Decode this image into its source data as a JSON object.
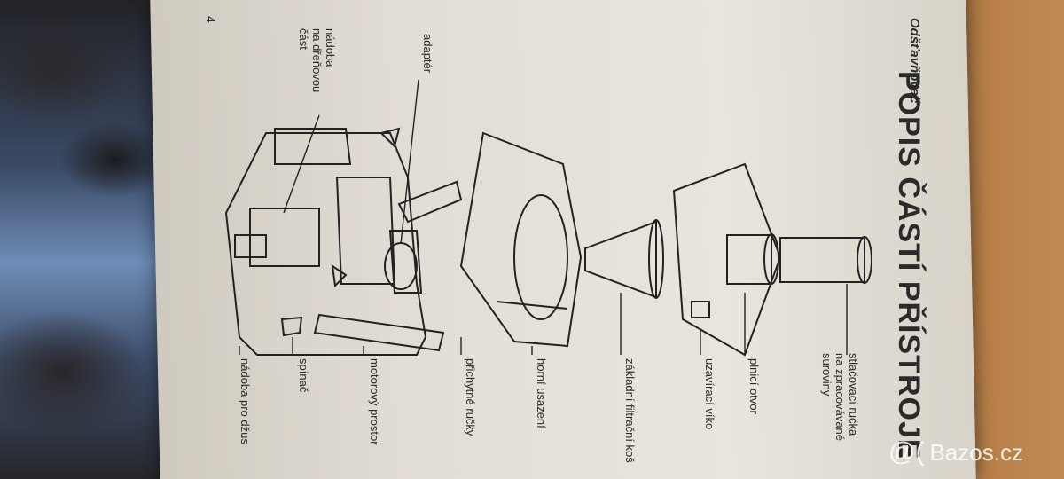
{
  "page": {
    "number": "4",
    "brand": "Odšťavňovač",
    "title": "POPIS ČÁSTÍ PŘÍSTROJE"
  },
  "labels_right": {
    "stlacovaci_rucka": [
      "stlačovací ručka",
      "na zpracovávané",
      "suroviny"
    ],
    "plnici_otvor": "plnicí otvor",
    "uzaviraci_viko": "uzavírací víko",
    "zakladni_filtracni_kos": "základní filtrační koš",
    "horni_usazeni": "horní usazení",
    "prichytne_rucky": "přichytné ručky",
    "motorovy_prostor": "motorový prostor",
    "spinac": "spínač",
    "nadoba_pro_dzus": "nádoba pro džus"
  },
  "labels_left": {
    "adapter": "adaptér",
    "nadoba_dreni": [
      "nádoba",
      "na dřeňovou",
      "část"
    ]
  },
  "watermark": {
    "icon": "at-sign-icon",
    "text": "Bazos.cz"
  }
}
